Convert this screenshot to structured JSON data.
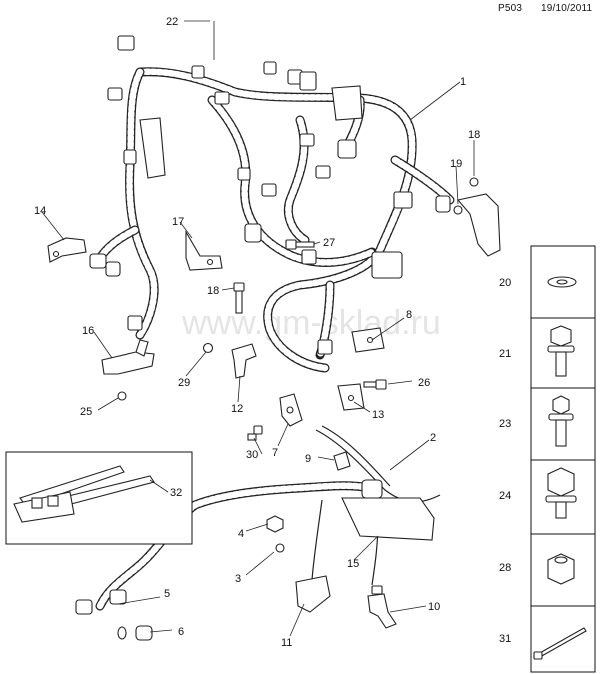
{
  "header": {
    "page_code": "P503",
    "date": "19/10/2011"
  },
  "watermark": "www.gm-sklad.ru",
  "callouts": [
    "1",
    "2",
    "3",
    "4",
    "5",
    "6",
    "7",
    "8",
    "9",
    "10",
    "11",
    "12",
    "13",
    "14",
    "15",
    "16",
    "17",
    "18",
    "18",
    "19",
    "22",
    "25",
    "26",
    "27",
    "29",
    "30",
    "32"
  ],
  "side_panel": [
    "20",
    "21",
    "23",
    "24",
    "28",
    "31"
  ]
}
